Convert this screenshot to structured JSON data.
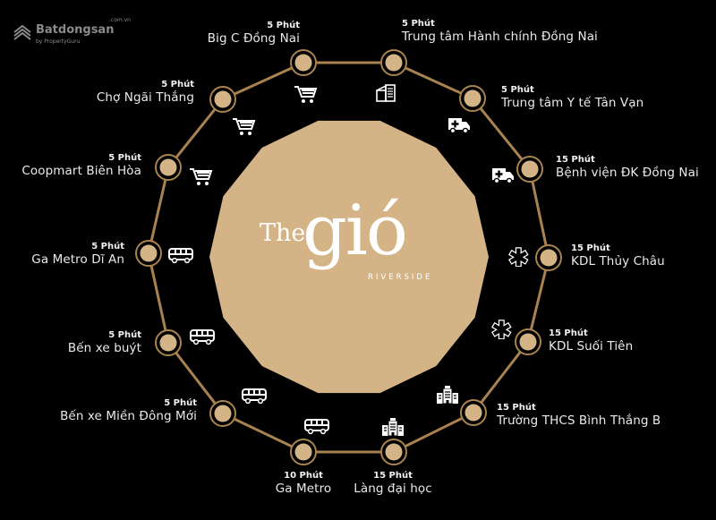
{
  "watermark": {
    "name": "Batdongsan",
    "domain": ".com.vn",
    "byline": "by PropertyGuru"
  },
  "logo": {
    "the": "The",
    "name": "gió",
    "sub": "RIVERSIDE"
  },
  "colors": {
    "background": "#000000",
    "gold": "#d4b386",
    "line": "#a8834f"
  },
  "locations": [
    {
      "time": "5 Phút",
      "name": "Big C Đồng Nai",
      "icon": "shopping-cart-icon"
    },
    {
      "time": "5 Phút",
      "name": "Trung tâm Hành chính Đồng Nai",
      "icon": "government-building-icon"
    },
    {
      "time": "5 Phút",
      "name": "Trung tâm Y tế Tân Vạn",
      "icon": "ambulance-icon"
    },
    {
      "time": "15 Phút",
      "name": "Bệnh viện ĐK Đồng Nai",
      "icon": "ambulance-icon"
    },
    {
      "time": "15 Phút",
      "name": "KDL Thủy Châu",
      "icon": "park-icon"
    },
    {
      "time": "15 Phút",
      "name": "KDL Suối Tiên",
      "icon": "park-icon"
    },
    {
      "time": "15 Phút",
      "name": "Trường THCS Bình Thắng B",
      "icon": "school-icon"
    },
    {
      "time": "15 Phút",
      "name": "Làng đại học",
      "icon": "school-icon"
    },
    {
      "time": "10 Phút",
      "name": "Ga Metro",
      "icon": "bus-icon"
    },
    {
      "time": "5 Phút",
      "name": "Bến xe Miền Đông Mới",
      "icon": "bus-icon"
    },
    {
      "time": "5 Phút",
      "name": "Bến xe buýt",
      "icon": "bus-icon"
    },
    {
      "time": "5 Phút",
      "name": "Ga Metro Dĩ An",
      "icon": "bus-icon"
    },
    {
      "time": "5 Phút",
      "name": "Coopmart Biên Hòa",
      "icon": "shopping-cart-icon"
    },
    {
      "time": "5 Phút",
      "name": "Chợ Ngãi Thắng",
      "icon": "shopping-cart-icon"
    }
  ]
}
